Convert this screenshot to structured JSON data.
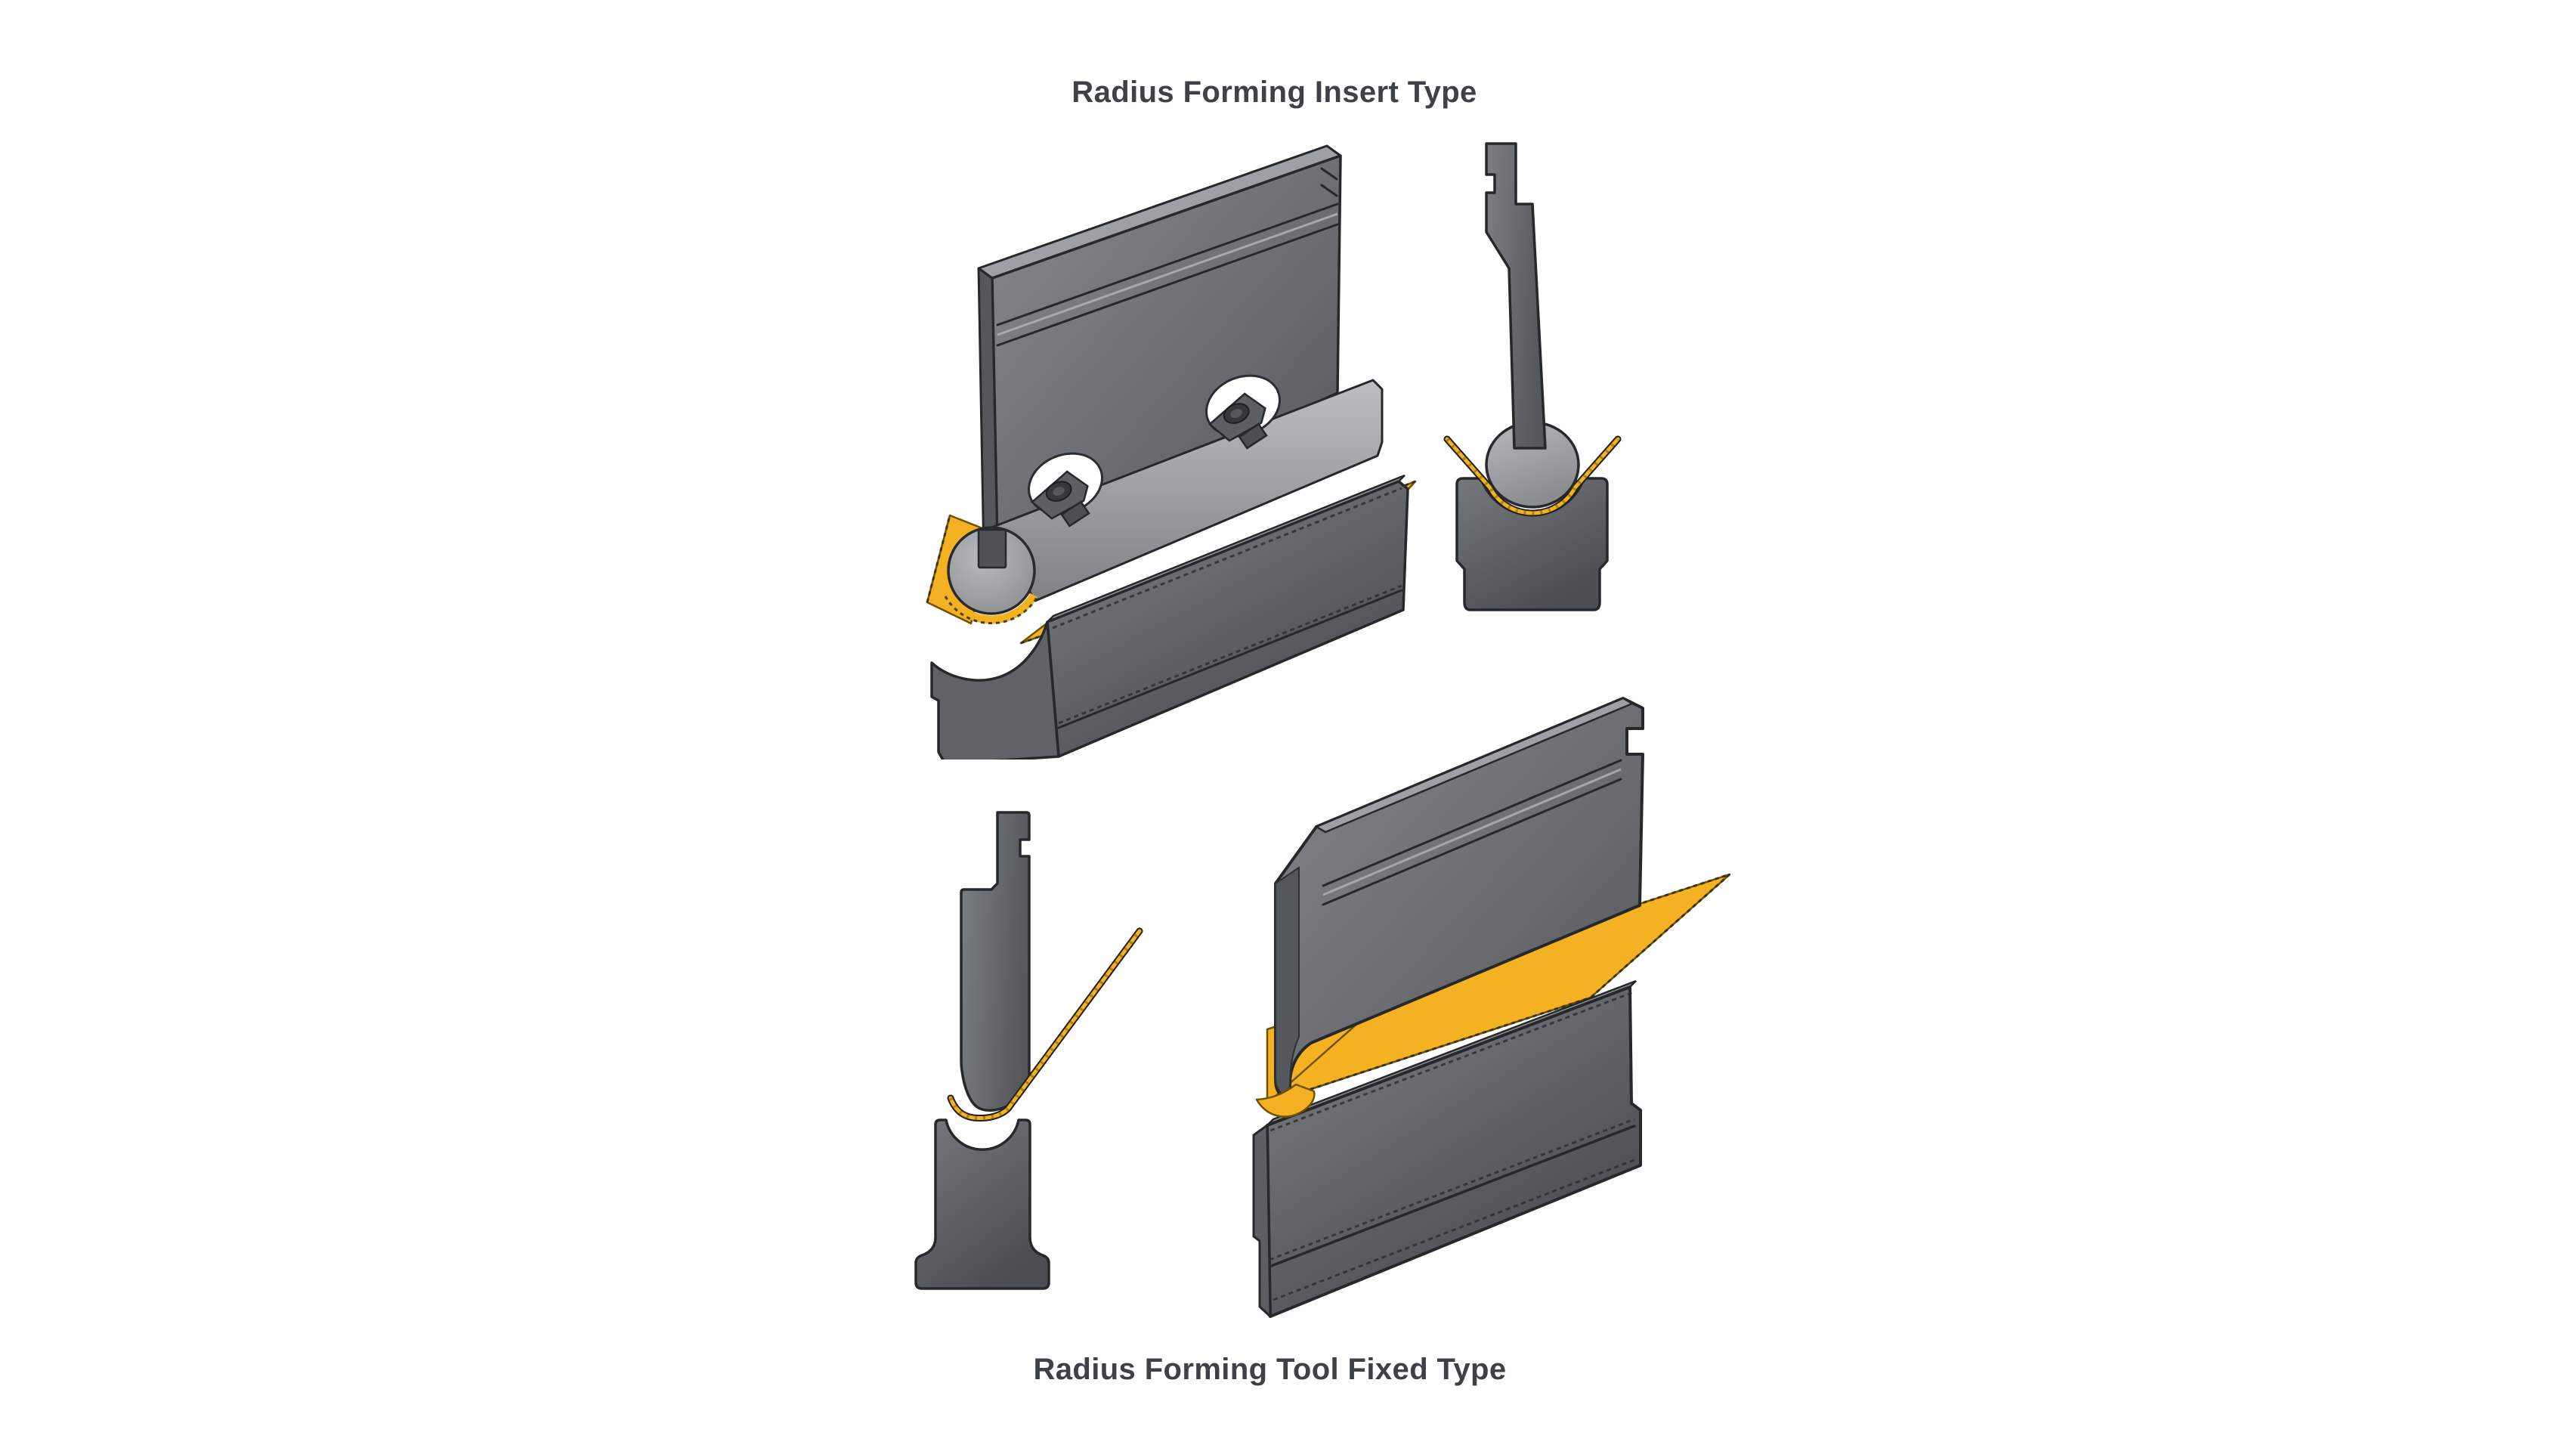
{
  "page": {
    "background": "#ffffff"
  },
  "sections": {
    "insert_type": {
      "title": "Radius Forming Insert Type",
      "figures": [
        {
          "name": "insert-type-isometric-view",
          "shows": "punch blade with clamped round radius insert pressing yellow sheet into die"
        },
        {
          "name": "insert-type-profile-view",
          "shows": "side profile of punch, round radius insert and die bending yellow sheet"
        }
      ]
    },
    "fixed_type": {
      "title": "Radius Forming Tool Fixed Type",
      "figures": [
        {
          "name": "fixed-type-profile-view",
          "shows": "side profile of fixed radius punch above die with bent yellow sheet"
        },
        {
          "name": "fixed-type-isometric-view",
          "shows": "fixed radius punch and die with yellow sheet bent in V"
        }
      ]
    }
  },
  "colors": {
    "background": "#ffffff",
    "title_color": "#3e4247",
    "steel_dark": "#54575b",
    "steel_mid": "#6b6f73",
    "steel_light": "#a9acaf",
    "sheet_yellow": "#f4b223",
    "outline": "#26282a"
  }
}
